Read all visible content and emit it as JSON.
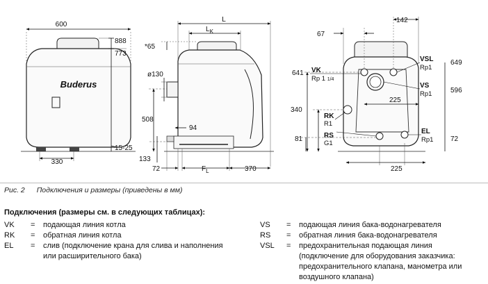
{
  "drawing": {
    "brand": "Buderus",
    "front": {
      "width": "600",
      "h_top": "888",
      "h_next": "773",
      "feet": "15-25",
      "bottom": "330"
    },
    "side": {
      "L": "L",
      "LK": "L",
      "LK_sub": "K",
      "top65": "*65",
      "dia130": "ø130",
      "h508": "508",
      "d94": "94",
      "h133": "133",
      "d72": "72",
      "FL": "F",
      "FL_sub": "L",
      "d370": "370"
    },
    "rear": {
      "d67": "67",
      "d142": "142",
      "h641": "641",
      "h340": "340",
      "h81": "81",
      "d225a": "225",
      "d225b": "225",
      "VSL": "VSL",
      "VSL_thread": "Rp1",
      "h649": "649",
      "VK": "VK",
      "VK_thread": "Rp 1 ",
      "VK_frac": "1/4",
      "VS": "VS",
      "VS_thread": "Rp1",
      "h596": "596",
      "RK": "RK",
      "RK_thread": "R1",
      "RS": "RS",
      "RS_thread": "G1",
      "EL": "EL",
      "EL_thread": "Rp1",
      "h72": "72"
    }
  },
  "caption": {
    "number": "Рис. 2",
    "text": "Подключения и размеры (приведены в мм)"
  },
  "legend": {
    "title": "Подключения (размеры см. в следующих таблицах):",
    "eq": "=",
    "left": [
      {
        "code": "VK",
        "lines": [
          "подающая линия котла"
        ]
      },
      {
        "code": "RK",
        "lines": [
          "обратная линия котла"
        ]
      },
      {
        "code": "EL",
        "lines": [
          "слив (подключение крана для слива и наполнения",
          "или расширительного бака)"
        ]
      }
    ],
    "right": [
      {
        "code": "VS",
        "lines": [
          "подающая линия бака-водонагревателя"
        ]
      },
      {
        "code": "RS",
        "lines": [
          "обратная линия бака-водонагревателя"
        ]
      },
      {
        "code": "VSL",
        "lines": [
          "предохранительная подающая линия",
          "(подключение для оборудования заказчика:",
          "предохранительного клапана, манометра или",
          "воздушного клапана)"
        ]
      }
    ]
  }
}
